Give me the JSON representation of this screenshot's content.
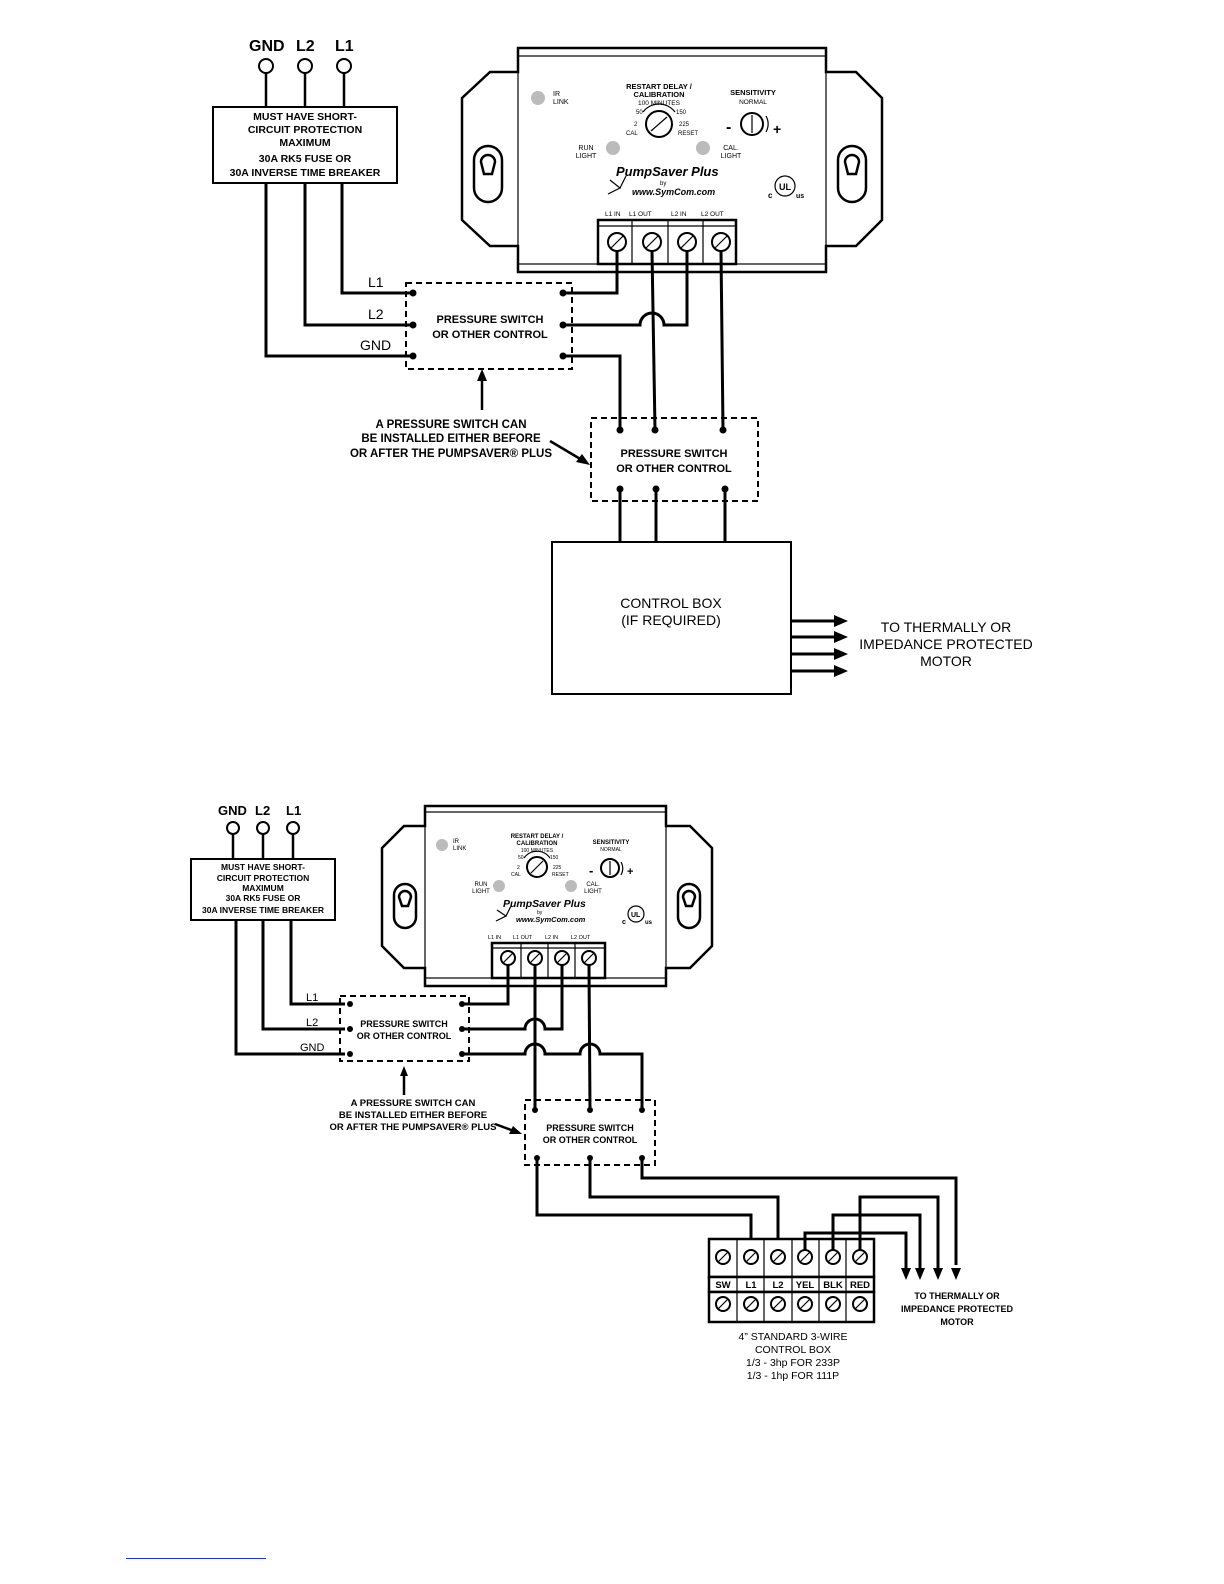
{
  "top": {
    "supply_labels": [
      "GND",
      "L2",
      "L1"
    ],
    "protection_box": [
      "MUST HAVE SHORT-",
      "CIRCUIT PROTECTION",
      "MAXIMUM",
      "30A RK5 FUSE OR",
      "30A INVERSE TIME BREAKER"
    ],
    "device": {
      "ir": [
        "IR",
        "LINK"
      ],
      "restart": [
        "RESTART DELAY /",
        "CALIBRATION",
        "100 MINUTES"
      ],
      "dial_marks": [
        "50",
        "150",
        "2",
        "225",
        "CAL",
        "RESET"
      ],
      "sensitivity": [
        "SENSITIVITY",
        "NORMAL"
      ],
      "run_light": [
        "RUN",
        "LIGHT"
      ],
      "cal_light": [
        "CAL.",
        "LIGHT"
      ],
      "brand": "PumpSaver Plus",
      "by": "by",
      "url": "www.SymCom.com",
      "cert": [
        "c",
        "UL",
        "us"
      ],
      "terminals": [
        "L1 IN",
        "L1 OUT",
        "L2 IN",
        "L2 OUT"
      ]
    },
    "wire_labels": [
      "L1",
      "L2",
      "GND"
    ],
    "switch_left": [
      "PRESSURE SWITCH",
      "OR OTHER CONTROL"
    ],
    "note": [
      "A PRESSURE SWITCH CAN",
      "BE INSTALLED EITHER BEFORE",
      "OR AFTER THE PUMPSAVER® PLUS"
    ],
    "switch_right": [
      "PRESSURE SWITCH",
      "OR OTHER CONTROL"
    ],
    "control_box": [
      "CONTROL BOX",
      "(IF REQUIRED)"
    ],
    "motor": [
      "TO THERMALLY OR",
      "IMPEDANCE PROTECTED",
      "MOTOR"
    ]
  },
  "bottom": {
    "supply_labels": [
      "GND",
      "L2",
      "L1"
    ],
    "protection_box": [
      "MUST HAVE SHORT-",
      "CIRCUIT PROTECTION",
      "MAXIMUM",
      "30A RK5 FUSE OR",
      "30A INVERSE TIME BREAKER"
    ],
    "device": {
      "ir": [
        "IR",
        "LINK"
      ],
      "restart": [
        "RESTART DELAY /",
        "CALIBRATION",
        "100 MINUTES"
      ],
      "dial_marks": [
        "50",
        "150",
        "2",
        "225",
        "CAL",
        "RESET"
      ],
      "sensitivity": [
        "SENSITIVITY",
        "NORMAL"
      ],
      "run_light": [
        "RUN",
        "LIGHT"
      ],
      "cal_light": [
        "CAL.",
        "LIGHT"
      ],
      "brand": "PumpSaver Plus",
      "by": "by",
      "url": "www.SymCom.com",
      "cert": [
        "c",
        "UL",
        "us"
      ],
      "terminals": [
        "L1 IN",
        "L1 OUT",
        "L2 IN",
        "L2 OUT"
      ]
    },
    "wire_labels": [
      "L1",
      "L2",
      "GND"
    ],
    "switch_left": [
      "PRESSURE SWITCH",
      "OR OTHER CONTROL"
    ],
    "note": [
      "A PRESSURE SWITCH CAN",
      "BE INSTALLED EITHER BEFORE",
      "OR AFTER THE PUMPSAVER® PLUS"
    ],
    "switch_right": [
      "PRESSURE SWITCH",
      "OR OTHER CONTROL"
    ],
    "terminal_strip": [
      "SW",
      "L1",
      "L2",
      "YEL",
      "BLK",
      "RED"
    ],
    "control_box": [
      "4” STANDARD 3-WIRE",
      "CONTROL BOX",
      "1/3 - 3hp FOR 233P",
      "1/3 - 1hp FOR 111P"
    ],
    "motor": [
      "TO THERMALLY OR",
      "IMPEDANCE PROTECTED",
      "MOTOR"
    ]
  }
}
